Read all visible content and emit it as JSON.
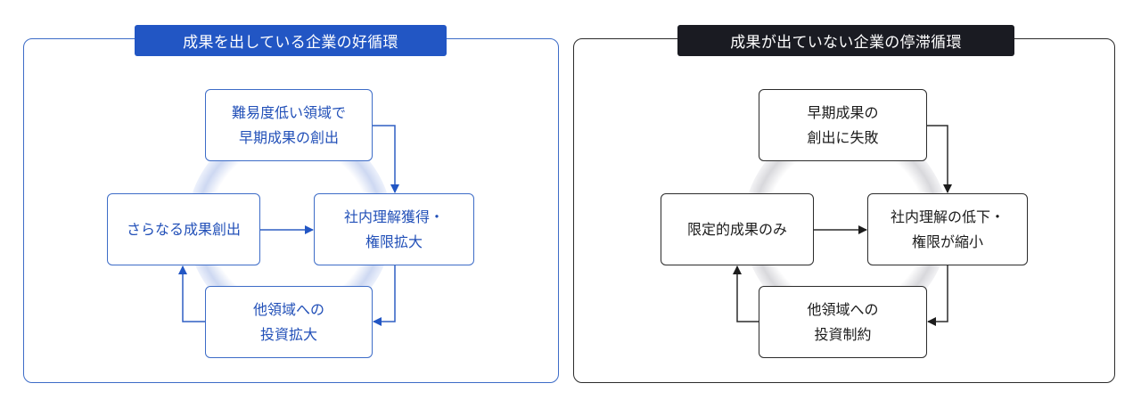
{
  "colors": {
    "good_accent": "#2256c4",
    "good_line": "#3d6cc7",
    "bad_accent": "#1a1b22",
    "bad_line": "#2b2b2b"
  },
  "good_cycle": {
    "title": "成果を出している企業の好循環",
    "nodes": {
      "top": "難易度低い領域で\n早期成果の創出",
      "right": "社内理解獲得・\n権限拡大",
      "bottom": "他領域への\n投資拡大",
      "left": "さらなる成果創出"
    },
    "flow": [
      "top",
      "right",
      "bottom",
      "left",
      "right"
    ]
  },
  "bad_cycle": {
    "title": "成果が出ていない企業の停滞循環",
    "nodes": {
      "top": "早期成果の\n創出に失敗",
      "right": "社内理解の低下・\n権限が縮小",
      "bottom": "他領域への\n投資制約",
      "left": "限定的成果のみ"
    },
    "flow": [
      "top",
      "right",
      "bottom",
      "left",
      "right"
    ]
  }
}
